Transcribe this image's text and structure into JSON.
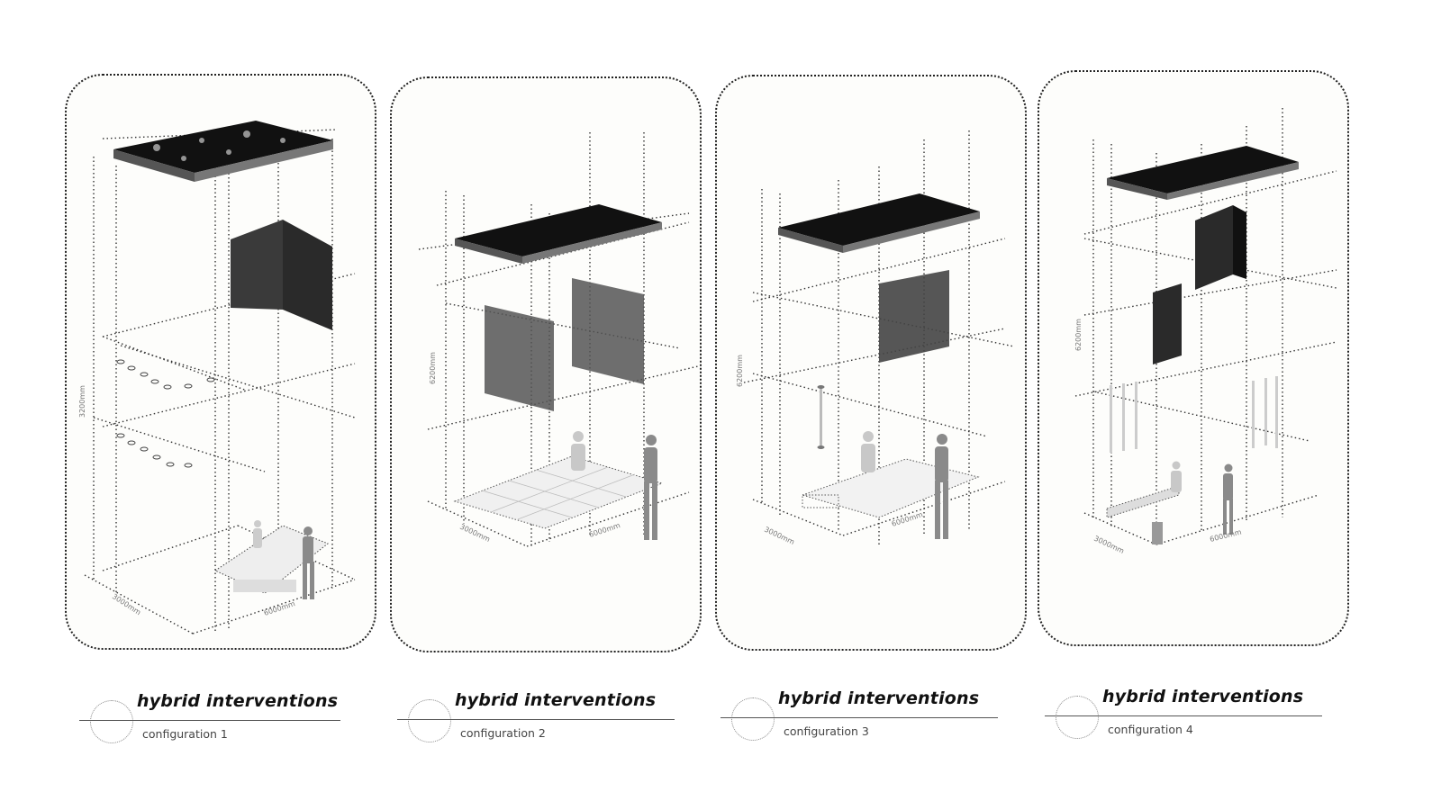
{
  "panels": [
    {
      "id": 1,
      "caption": {
        "title": "hybrid interventions",
        "subtitle": "configuration 1"
      },
      "dimensions": {
        "height": "3200mm",
        "depth": "3000mm",
        "width": "6000mm"
      },
      "elements": [
        "planter-roof",
        "perforated-corner-screen",
        "hanging-ring-lights",
        "workbench-with-people"
      ]
    },
    {
      "id": 2,
      "caption": {
        "title": "hybrid interventions",
        "subtitle": "configuration 2"
      },
      "dimensions": {
        "height": "6200mm",
        "depth": "3000mm",
        "width": "6000mm"
      },
      "elements": [
        "planter-roof",
        "two-perforated-screens",
        "grid-table-with-people"
      ]
    },
    {
      "id": 3,
      "caption": {
        "title": "hybrid interventions",
        "subtitle": "configuration 3"
      },
      "dimensions": {
        "height": "6200mm",
        "depth": "3000mm",
        "width": "6000mm"
      },
      "elements": [
        "planter-roof",
        "single-perforated-screen",
        "pendant-light",
        "frame-table-with-people"
      ]
    },
    {
      "id": 4,
      "caption": {
        "title": "hybrid interventions",
        "subtitle": "configuration 4"
      },
      "dimensions": {
        "height": "6200mm",
        "depth": "3000mm",
        "width": "6000mm"
      },
      "elements": [
        "planter-roof",
        "corner-screen-and-panel",
        "hanging-light-strings",
        "bench-with-people"
      ]
    }
  ],
  "colors": {
    "ink": "#111111",
    "frame": "#222222",
    "figure": "#8a8a8a",
    "light_fill": "#d8d8d8",
    "paper": "#fdfdfb"
  }
}
